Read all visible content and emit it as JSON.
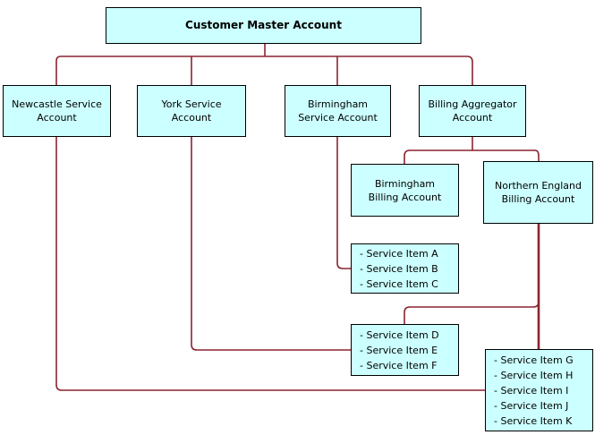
{
  "diagram": {
    "title": "Customer Master Account",
    "link_color": "#8B2432",
    "node_fill": "#CCFFFF",
    "node_border": "#000000",
    "nodes": [
      {
        "id": "root",
        "label": "Customer Master Account"
      },
      {
        "id": "newcastle",
        "label": "Newcastle Service\nAccount"
      },
      {
        "id": "york",
        "label": "York Service\nAccount"
      },
      {
        "id": "birmingham",
        "label": "Birmingham\nService Account"
      },
      {
        "id": "aggregator",
        "label": "Billing Aggregator\nAccount"
      },
      {
        "id": "birmingham-billing",
        "label": "Birmingham\nBilling Account"
      },
      {
        "id": "northern-billing",
        "label": "Northern England\nBilling Account"
      },
      {
        "id": "items-abc",
        "label": "- Service Item A\n- Service Item B\n- Service Item C"
      },
      {
        "id": "items-def",
        "label": "- Service Item D\n- Service Item E\n- Service Item F"
      },
      {
        "id": "items-ghijk",
        "label": "- Service Item G\n- Service Item H\n- Service Item I\n- Service Item J\n- Service Item K"
      }
    ]
  }
}
